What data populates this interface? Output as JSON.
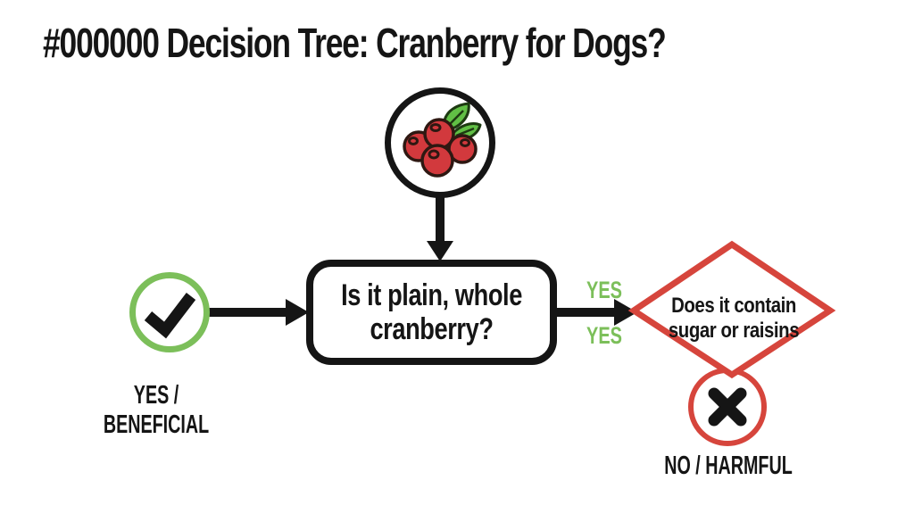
{
  "colors": {
    "background": "#ffffff",
    "ink": "#151515",
    "green": "#7cbf5a",
    "red": "#d6453c",
    "berry_fill": "#d2393d",
    "berry_outline": "#2e1812",
    "leaf_fill": "#61bf45",
    "leaf_outline": "#1d3a12"
  },
  "title": "#000000 Decision Tree: Cranberry for Dogs?",
  "icons": {
    "start": "cranberries-icon",
    "beneficial": "checkmark-icon",
    "harmful": "x-icon"
  },
  "nodes": {
    "question_box": {
      "line1": "Is it plain, whole",
      "line2": "cranberry?"
    },
    "check": {
      "label": "YES / BENEFICIAL"
    },
    "diamond": {
      "line1": "Does it contain",
      "line2": "sugar or raisins"
    },
    "cross": {
      "label": "NO / HARMFUL"
    }
  },
  "edge_labels": {
    "yes_top": "YES",
    "yes_bottom": "YES"
  }
}
